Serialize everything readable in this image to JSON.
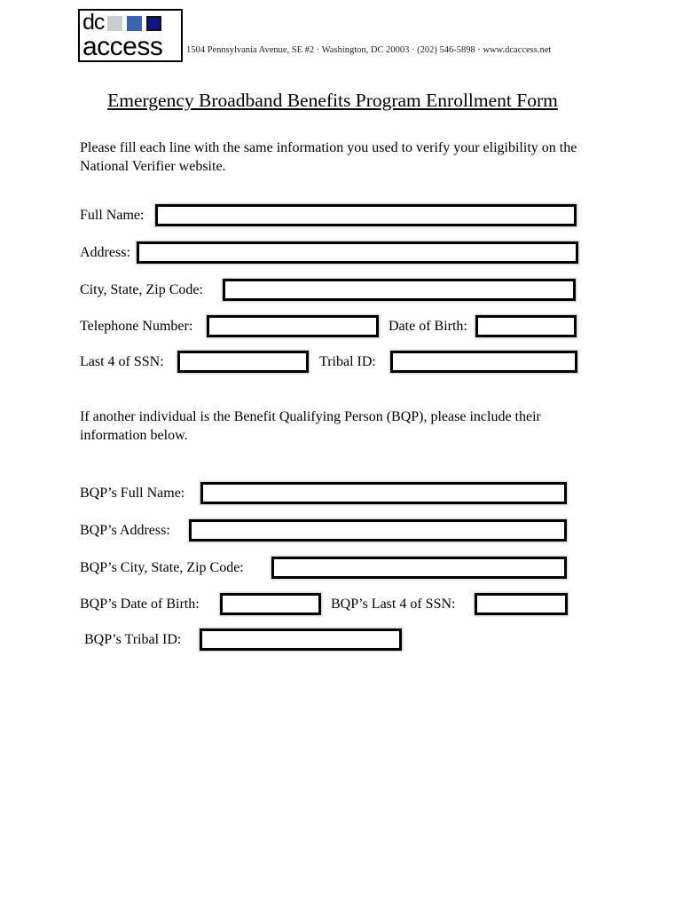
{
  "header": {
    "logo": {
      "text_top": "dc",
      "text_bottom": "access",
      "square_colors": {
        "gray": "#c9cdd2",
        "blue": "#3c64ae",
        "navy": "#121484"
      }
    },
    "contact_line": "1504 Pennsylvania Avenue, SE #2 · Washington, DC 20003 · (202) 546-5898 · www.dcaccess.net"
  },
  "title": "Emergency Broadband Benefits Program Enrollment Form",
  "intro": "Please fill each line with the same information you used to verify your eligibility on the National Verifier website.",
  "bqp_intro": "If another individual is the Benefit Qualifying Person (BQP), please include their information below.",
  "form": {
    "fields": {
      "full_name": {
        "label": "Full Name:",
        "value": ""
      },
      "address": {
        "label": "Address:",
        "value": ""
      },
      "city_state_zip": {
        "label": "City, State, Zip Code:",
        "value": ""
      },
      "telephone": {
        "label": "Telephone Number:",
        "value": ""
      },
      "dob": {
        "label": "Date of Birth:",
        "value": ""
      },
      "ssn_last4": {
        "label": "Last 4 of SSN:",
        "value": ""
      },
      "tribal_id": {
        "label": "Tribal ID:",
        "value": ""
      },
      "bqp_full_name": {
        "label": "BQP’s Full Name:",
        "value": ""
      },
      "bqp_address": {
        "label": "BQP’s Address:",
        "value": ""
      },
      "bqp_city_state_zip": {
        "label": "BQP’s City, State, Zip Code:",
        "value": ""
      },
      "bqp_dob": {
        "label": "BQP’s Date of Birth:",
        "value": ""
      },
      "bqp_ssn_last4": {
        "label": "BQP’s Last 4 of SSN:",
        "value": ""
      },
      "bqp_tribal_id": {
        "label": "BQP’s Tribal ID:",
        "value": ""
      }
    }
  }
}
